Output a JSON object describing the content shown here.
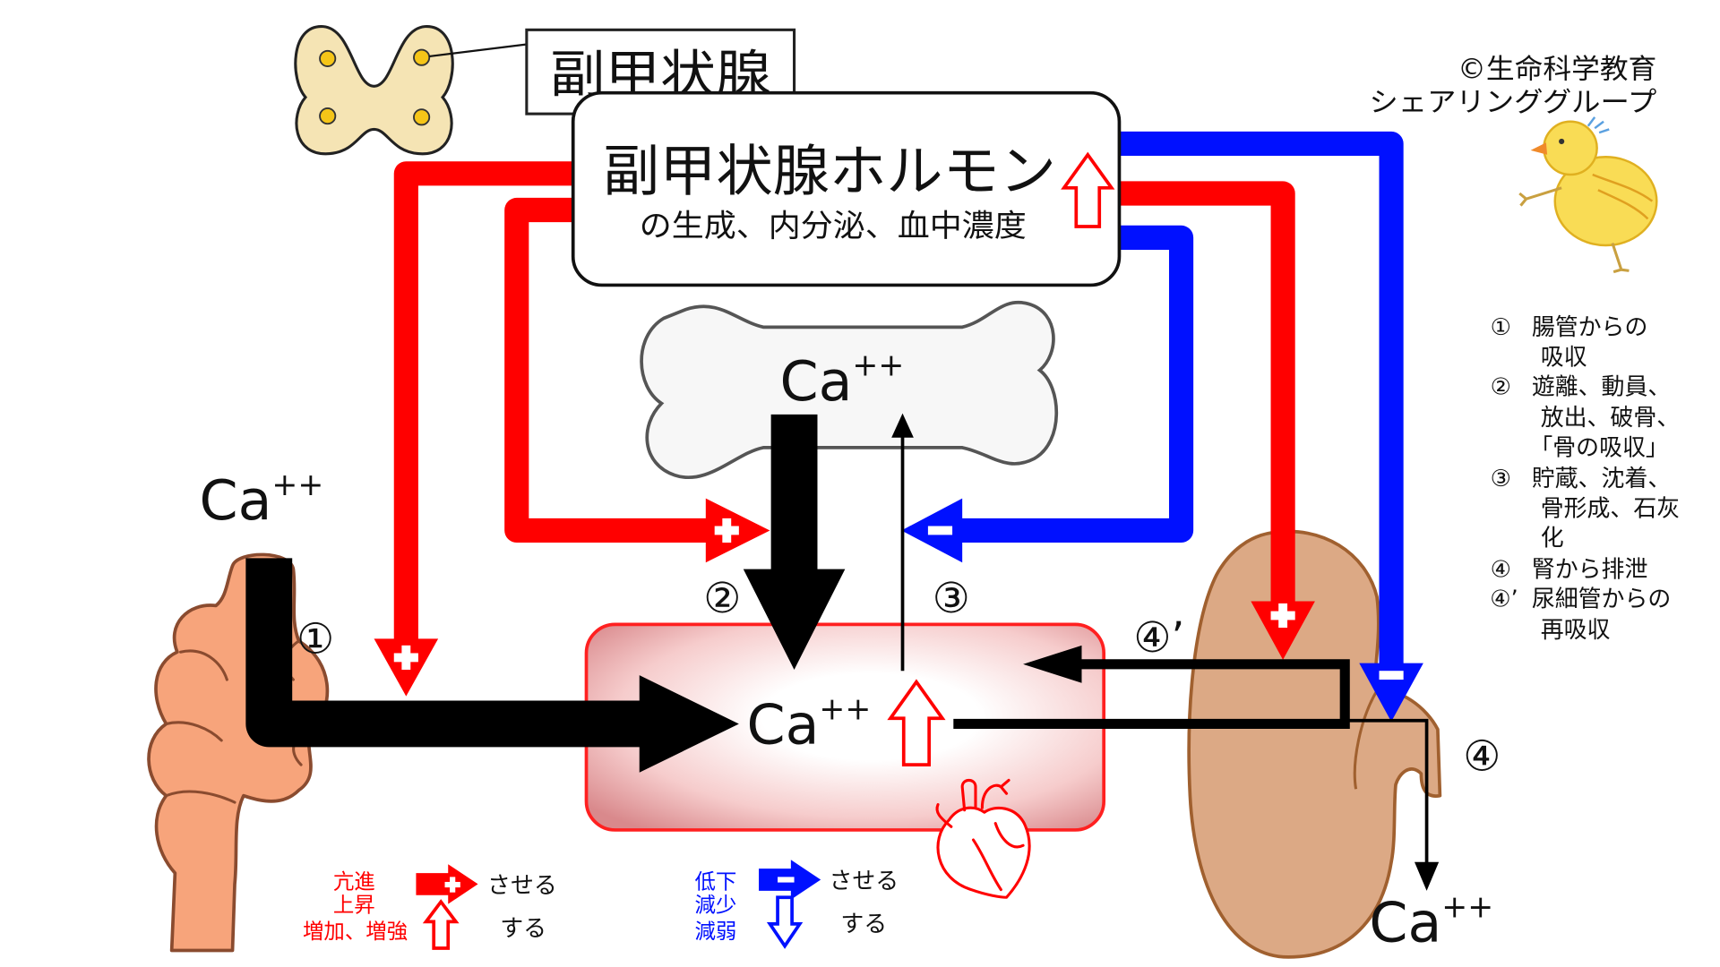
{
  "parathyroid_label": "副甲状腺",
  "hormone_box": {
    "title": "副甲状腺ホルモン",
    "subtitle": "の生成、内分泌、血中濃度"
  },
  "credit": {
    "line1": "©生命科学教育",
    "line2": "シェアリンググループ"
  },
  "calcium": {
    "symbol": "Ca",
    "charge": "++"
  },
  "step_labels": {
    "s1": "①",
    "s2": "②",
    "s3": "③",
    "s4": "④",
    "s4p": "④’"
  },
  "legend": [
    {
      "num": "①",
      "lines": [
        "腸管からの",
        "吸収"
      ]
    },
    {
      "num": "②",
      "lines": [
        "遊離、動員、",
        "放出、破骨、",
        "「骨の吸収」"
      ]
    },
    {
      "num": "③",
      "lines": [
        "貯蔵、沈着、",
        "骨形成、石灰",
        "化"
      ]
    },
    {
      "num": "④",
      "lines": [
        "腎から排泄"
      ]
    },
    {
      "num": "④’",
      "lines": [
        "尿細管からの",
        "再吸収"
      ]
    }
  ],
  "key": {
    "increase": {
      "terms": [
        "亢進",
        "上昇",
        "増加、増強"
      ],
      "cause": "させる",
      "state": "する"
    },
    "decrease": {
      "terms": [
        "低下",
        "減少",
        "減弱"
      ],
      "cause": "させる",
      "state": "する"
    }
  },
  "colors": {
    "promote_red": "#ff0000",
    "inhibit_blue": "#0010ff",
    "calcium_arrow_black": "#000000",
    "blood_border": "#ff2020",
    "bone_fill": "#f7f7f7",
    "intestine_fill": "#f7a47b",
    "kidney_fill": "#dca985",
    "parathyroid_fill": "#f5e4b4"
  },
  "icons": {
    "gland": "parathyroid-gland-icon",
    "bone": "bone-icon",
    "intestine": "intestine-icon",
    "kidney": "kidney-icon",
    "heart": "heart-icon",
    "mascot": "chick-illustration",
    "promote_sign": "plus-icon",
    "inhibit_sign": "minus-icon",
    "increase": "hollow-up-arrow-icon",
    "decrease": "hollow-down-arrow-icon"
  }
}
